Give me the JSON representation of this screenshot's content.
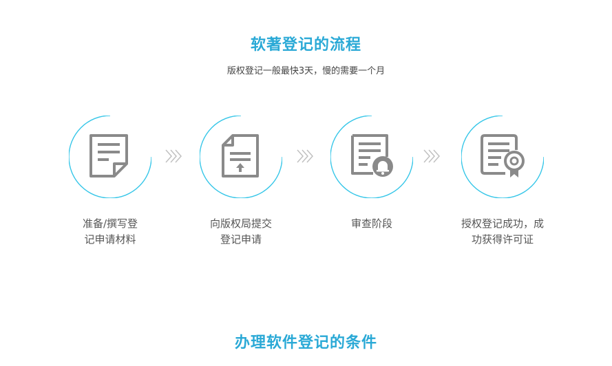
{
  "header": {
    "title": "软著登记的流程",
    "subtitle": "版权登记一般最快3天，慢的需要一个月"
  },
  "steps": [
    {
      "line1": "准备/撰写登",
      "line2": "记申请材料",
      "icon": "document-icon"
    },
    {
      "line1": "向版权局提交",
      "line2": "登记申请",
      "icon": "upload-document-icon"
    },
    {
      "line1": "审查阶段",
      "line2": "",
      "icon": "review-bell-icon"
    },
    {
      "line1": "授权登记成功，成",
      "line2": "功获得许可证",
      "icon": "certificate-icon"
    }
  ],
  "footer": {
    "title": "办理软件登记的条件"
  },
  "colors": {
    "accent": "#2aa9d6",
    "ring": "#35c6e8",
    "icon": "#8a8a8a"
  }
}
